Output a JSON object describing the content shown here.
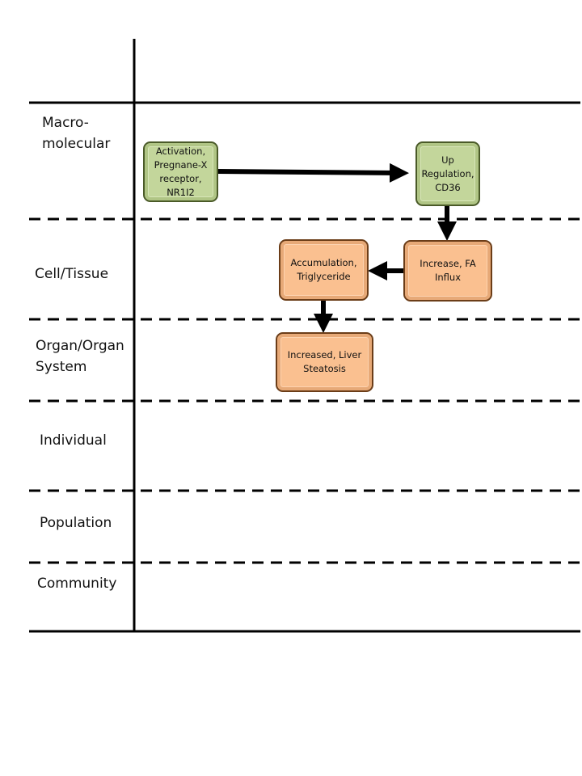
{
  "levels": {
    "macromolecular": "Macro-\nmolecular",
    "cell_tissue": "Cell/Tissue",
    "organ": "Organ/Organ\nSystem",
    "individual": "Individual",
    "population": "Population",
    "community": "Community"
  },
  "nodes": {
    "activation_pxr": "Activation,\nPregnane-X\nreceptor,\nNR1I2",
    "upregulation_cd36": "Up\nRegulation,\nCD36",
    "increase_fa_influx": "Increase, FA\nInflux",
    "accumulation_tg": "Accumulation,\nTriglyceride",
    "liver_steatosis": "Increased,  Liver\nSteatosis"
  },
  "colors": {
    "molecular_node": "#c3d69b",
    "cellular_organ_node": "#fac090",
    "lines": "#000000"
  },
  "edges": [
    [
      "activation_pxr",
      "upregulation_cd36"
    ],
    [
      "upregulation_cd36",
      "increase_fa_influx"
    ],
    [
      "increase_fa_influx",
      "accumulation_tg"
    ],
    [
      "accumulation_tg",
      "liver_steatosis"
    ]
  ]
}
